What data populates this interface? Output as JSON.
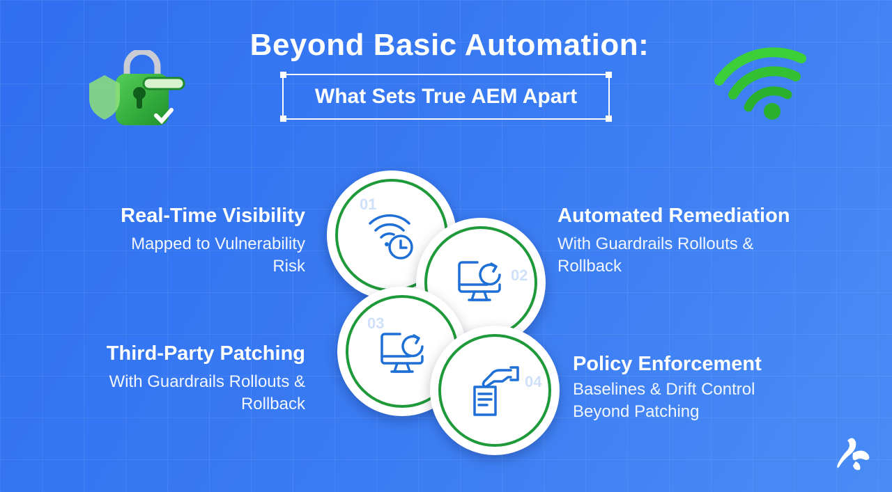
{
  "header": {
    "title": "Beyond Basic Automation:",
    "subtitle": "What Sets True AEM Apart"
  },
  "features": [
    {
      "number": "01",
      "title": "Real-Time Visibility",
      "line1": "Mapped to Vulnerability",
      "line2": "Risk",
      "icon": "wifi-clock-icon"
    },
    {
      "number": "02",
      "title": "Automated Remediation",
      "line1": "With Guardrails Rollouts &",
      "line2": "Rollback",
      "icon": "monitor-refresh-icon"
    },
    {
      "number": "03",
      "title": "Third-Party Patching",
      "line1": "With Guardrails Rollouts &",
      "line2": "Rollback",
      "icon": "monitor-refresh-icon"
    },
    {
      "number": "04",
      "title": "Policy Enforcement",
      "line1": "Baselines & Drift Control",
      "line2": "Beyond Patching",
      "icon": "hand-document-icon"
    }
  ],
  "decor": {
    "lock_icon": "padlock-shield-icon",
    "wifi_icon": "wifi-icon",
    "logo_icon": "splashtop-logo-icon"
  },
  "colors": {
    "background": "#3576f2",
    "ring_green": "#1f9a3a",
    "icon_blue": "#1e6fd6",
    "number_light": "#cfe0fb"
  }
}
